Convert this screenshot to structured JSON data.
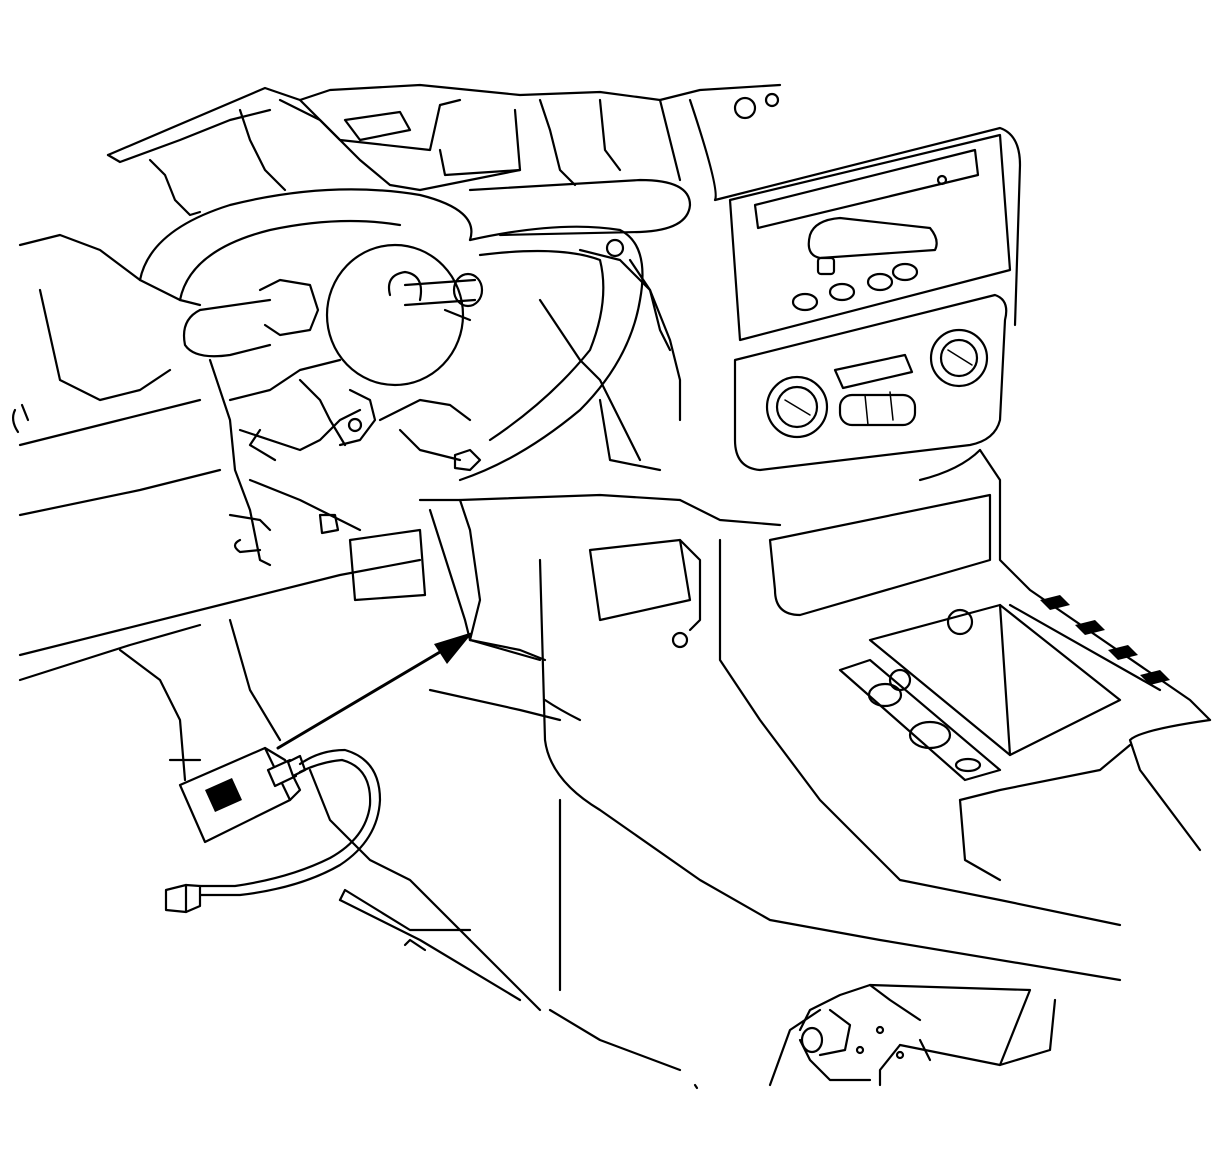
{
  "illustration": {
    "style": "black-and-white line art",
    "components": [
      "instrument-panel",
      "steering-wheel",
      "steering-column",
      "radio-head-unit",
      "hvac-control-panel",
      "center-console",
      "cup-holder-tray",
      "floor-tunnel",
      "seat-track-bracket",
      "module",
      "wiring-harness",
      "harness-connector",
      "callout-arrow"
    ]
  },
  "colors": {
    "line": "#000000",
    "background": "#ffffff"
  }
}
